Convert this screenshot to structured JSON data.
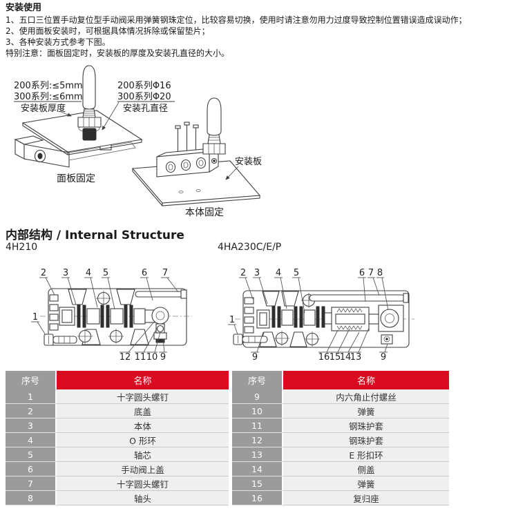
{
  "install": {
    "title": "安装使用",
    "items": [
      "1、五口三位置手动复位型手动阀采用弹簧钢珠定位，比较容易切换，使用时请注意勿用力过度导致控制位置错误造成误动作；",
      "2、使用面板安装时，可根据具体情况拆除或保留垫片；",
      "3、各种安装方式参考下图。"
    ],
    "note": "特别注意：面板固定时，安装板的厚度及安装孔直径的大小。"
  },
  "drawings": {
    "panel": {
      "thickness_series_200": "200系列:≤5mm",
      "thickness_series_300": "300系列:≤6mm",
      "thickness_label": "安装板厚度",
      "hole_series_200": "200系列Φ16",
      "hole_series_300": "300系列Φ20",
      "hole_label": "安装孔直径",
      "caption": "面板固定"
    },
    "body_mount": {
      "plate_label": "安装板",
      "caption": "本体固定"
    }
  },
  "structure": {
    "heading": "内部结构 / Internal Structure",
    "left": {
      "model": "4H210",
      "callouts": [
        "2",
        "3",
        "4",
        "5",
        "6",
        "7",
        "1",
        "12",
        "11",
        "10",
        "9"
      ]
    },
    "right": {
      "model": "4HA230C/E/P",
      "callouts": [
        "2",
        "3",
        "4",
        "5",
        "6",
        "7",
        "8",
        "1",
        "9",
        "16",
        "15",
        "14",
        "13",
        "9"
      ]
    }
  },
  "tables": {
    "no_header": "序号",
    "name_header": "名称",
    "left": {
      "rows": [
        {
          "no": "1",
          "name": "十字圆头螺钉"
        },
        {
          "no": "2",
          "name": "底盖"
        },
        {
          "no": "3",
          "name": "本体"
        },
        {
          "no": "4",
          "name": "O 形环"
        },
        {
          "no": "5",
          "name": "轴芯"
        },
        {
          "no": "6",
          "name": "手动阀上盖"
        },
        {
          "no": "7",
          "name": "十字圆头螺钉"
        },
        {
          "no": "8",
          "name": "轴头"
        }
      ]
    },
    "right": {
      "rows": [
        {
          "no": "9",
          "name": "内六角止付螺丝"
        },
        {
          "no": "10",
          "name": "弹簧"
        },
        {
          "no": "11",
          "name": "钢珠护套"
        },
        {
          "no": "12",
          "name": "钢珠护套"
        },
        {
          "no": "13",
          "name": "E 形扣环"
        },
        {
          "no": "14",
          "name": "侧盖"
        },
        {
          "no": "15",
          "name": "弹簧"
        },
        {
          "no": "16",
          "name": "复归座"
        }
      ]
    }
  },
  "colors": {
    "accent_red": "#d90b20",
    "header_gray": "#9b9b9b",
    "cell_bg": "#efefef"
  }
}
